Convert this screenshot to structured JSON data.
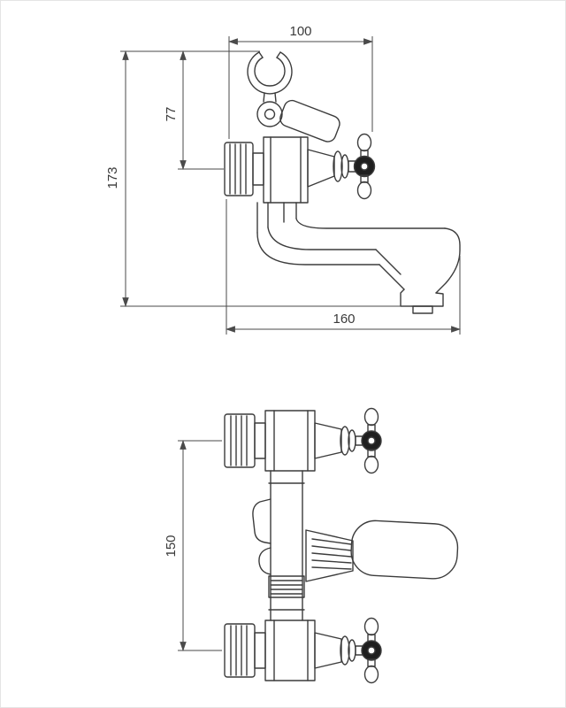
{
  "drawing": {
    "kind": "faucet-dimensioned-technical-drawing",
    "colors": {
      "object_line": "#3c3c3c",
      "dimension_line": "#4a4a4a",
      "handle_hub_fill": "#1f1f1f",
      "background": "#ffffff"
    },
    "front_view": {
      "dim_width": "100",
      "dim_holder_height": "77",
      "dim_overall_height": "173",
      "dim_spout_reach": "160"
    },
    "plan_view": {
      "dim_centres": "150"
    }
  }
}
